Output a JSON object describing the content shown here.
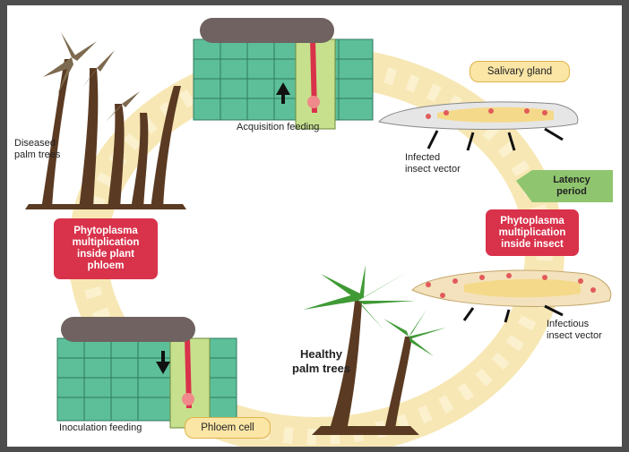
{
  "labels": {
    "diseased": "Diseased\npalm trees",
    "acquisition": "Acquisition feeding",
    "salivary": "Salivary gland",
    "infected": "Infected\ninsect vector",
    "latency": "Latency\nperiod",
    "mult_insect": "Phytoplasma\nmultiplication\ninside insect",
    "mult_plant": "Phytoplasma\nmultiplication\ninside plant\nphloem",
    "infectious": "Infectious\ninsect vector",
    "healthy": "Healthy\npalm trees",
    "inoculation": "Inoculation feeding",
    "phloem": "Phloem cell"
  },
  "colors": {
    "ring": "#f7e7b4",
    "tissue": "#5dbf9a",
    "redbox": "#d9324b",
    "latency": "#8fc56e",
    "diseased_tree": "#5a3a22",
    "healthy_leaf": "#3f9a35"
  }
}
